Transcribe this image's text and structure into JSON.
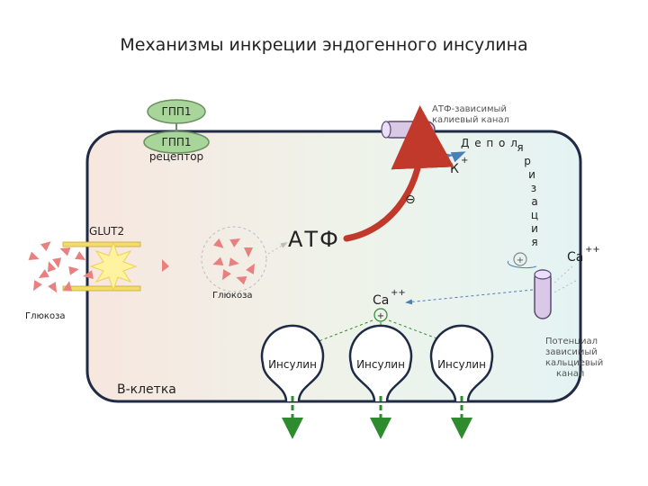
{
  "title": "Механизмы инкреции эндогенного инсулина",
  "labels": {
    "gpp1": "ГПП1",
    "gpp1_receptor_line1": "ГПП1",
    "gpp1_receptor_line2": "рецептор",
    "katp_line1": "АТФ-зависимый",
    "katp_line2": "калиевый канал",
    "depol_top": "Д е п о л",
    "depol_vertical": [
      "я",
      "р",
      "и",
      "з",
      "а",
      "ц",
      "и",
      "я"
    ],
    "k_ion": "К",
    "k_charge": "+",
    "minus_sign": "⊖",
    "plus_sign": "+",
    "atp": "АТФ",
    "glut2": "GLUT2",
    "glucose_outside": "Глюкоза",
    "glucose_inside": "Глюкоза",
    "ca_outside": "Ca",
    "ca_outside_charge": "++",
    "ca_inside": "Ca",
    "ca_inside_charge": "++",
    "vcc_line1": "Потенциал",
    "vcc_line2": "зависимый",
    "vcc_line3": "кальциевый",
    "vcc_line4": "канал",
    "insulin_1": "Инсулин",
    "insulin_2": "Инсулин",
    "insulin_3": "Инсулин",
    "b_cell": "В-клетка"
  },
  "colors": {
    "cell_border": "#1f2a44",
    "receptor_fill": "#a8d59a",
    "channel_fill": "#d9c8e6",
    "atp_arrow": "#c0392b",
    "glucose_tri": "#e88080",
    "glut_fill": "#f2dc6a",
    "flash": "#fff3a0",
    "insulin_arrow": "#2e8b2e",
    "dashed_arrow": "#4a7fb5"
  }
}
